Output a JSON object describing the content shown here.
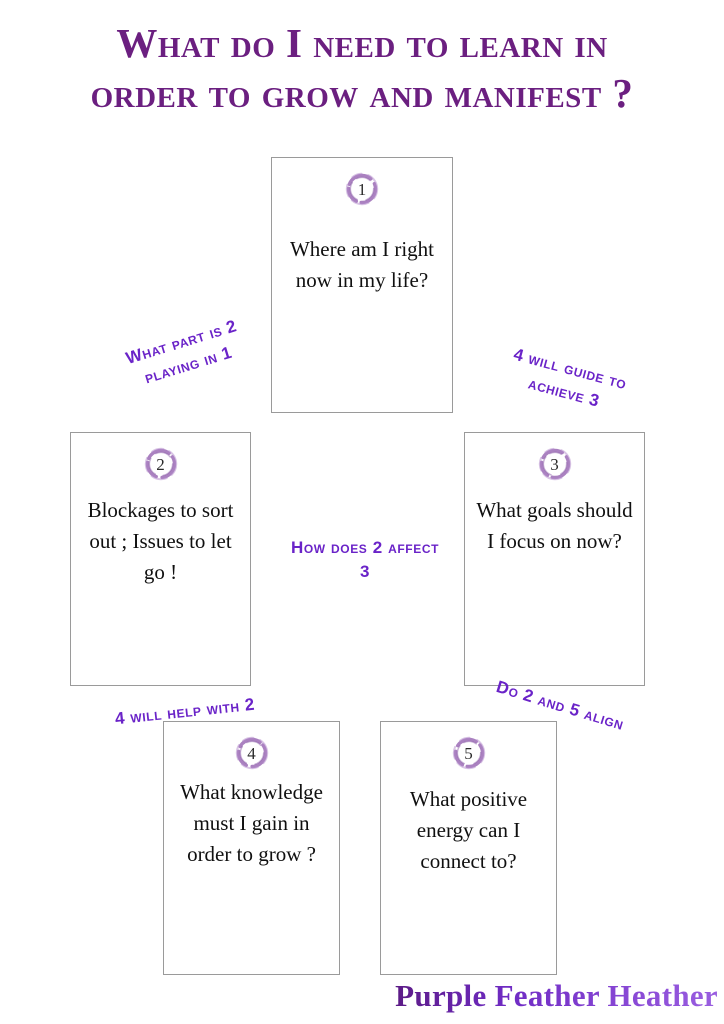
{
  "title": {
    "line1": "What do I need to learn in",
    "line2": "order to grow and manifest ?",
    "color": "#6b1f80"
  },
  "cards": [
    {
      "badge": "1",
      "text": "Where am I right now in my life?",
      "name": "card-where-am-i"
    },
    {
      "badge": "2",
      "text": "Blockages to sort out ; Issues to let go !",
      "name": "card-blockages"
    },
    {
      "badge": "3",
      "text": "What goals should I focus on now?",
      "name": "card-goals"
    },
    {
      "badge": "4",
      "text": "What knowledge must I gain in order to grow ?",
      "name": "card-knowledge"
    },
    {
      "badge": "5",
      "text": "What positive energy can I connect to?",
      "name": "card-positive-energy"
    }
  ],
  "connectors": [
    {
      "line1": "What part is 2",
      "line2": "playing in 1",
      "rotation": -17
    },
    {
      "line1": "4 will guide to",
      "line2": "achieve 3",
      "rotation": 15
    },
    {
      "line1": "How does 2 affect",
      "line2": "3",
      "rotation": 0
    },
    {
      "line1": "4 will help with 2",
      "line2": "",
      "rotation": -6
    },
    {
      "line1": "Do 2 and 5 align",
      "line2": "",
      "rotation": 17
    }
  ],
  "signature": "Purple Feather Heather",
  "colors": {
    "title_purple": "#6b1f80",
    "connector_purple": "#6a23c8",
    "badge_ring": "#9b6bb5",
    "card_border": "#9a9a9a",
    "body_text": "#101010",
    "background": "#ffffff"
  }
}
